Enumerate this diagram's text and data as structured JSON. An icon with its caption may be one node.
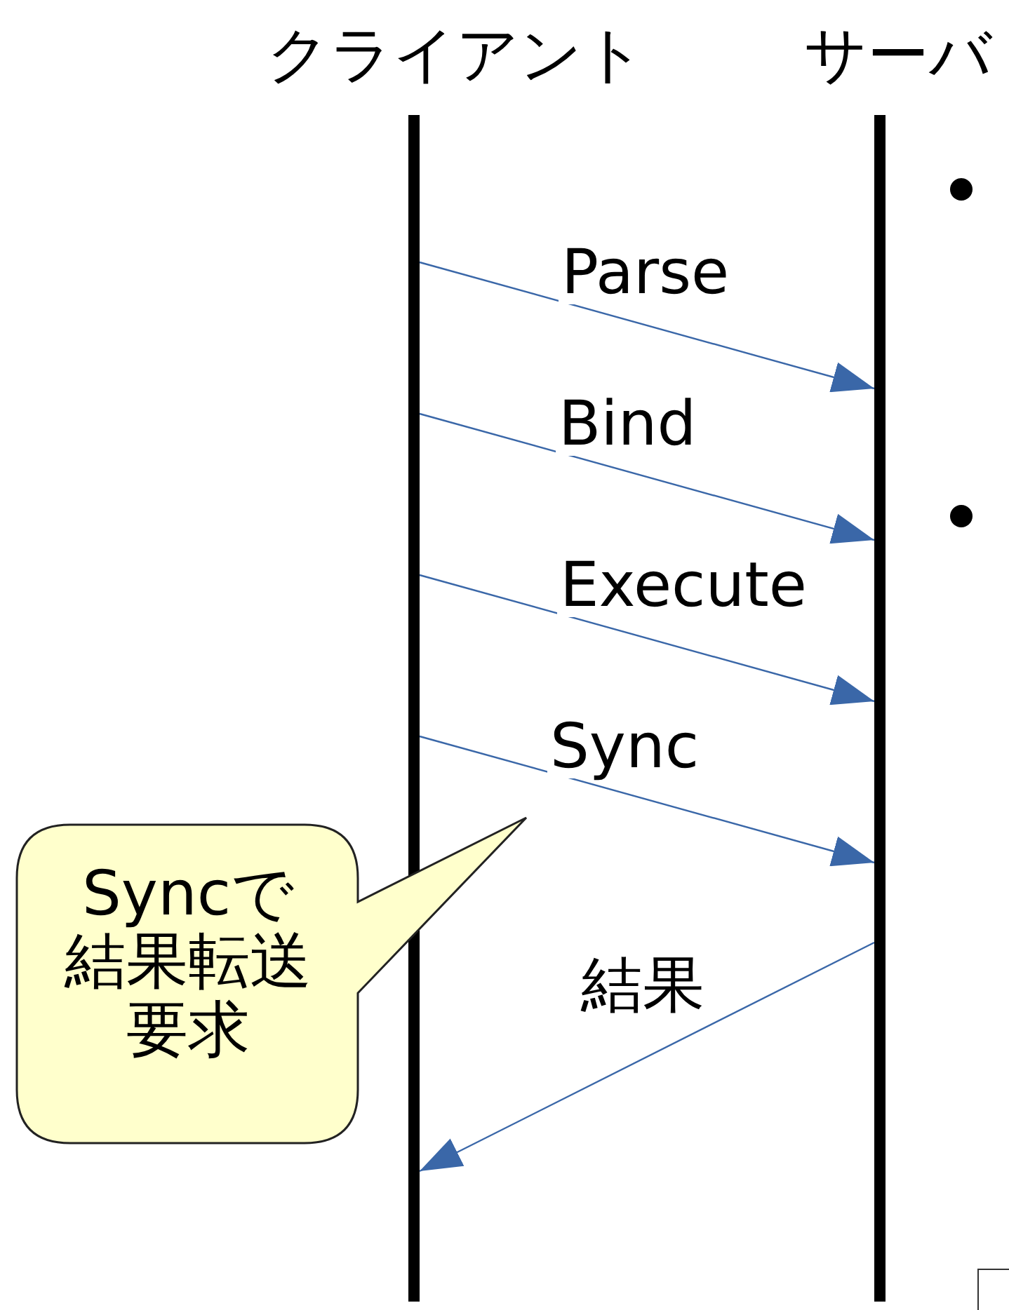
{
  "diagram": {
    "nodes": [
      {
        "text": [],
        "shape": "bar",
        "beside": [
          "クライアント"
        ]
      },
      {
        "text": [],
        "shape": "bar",
        "beside": [
          "サーバ"
        ]
      },
      {
        "text": [
          "Syncで結果転送要求"
        ]
      }
    ],
    "edges": [
      {
        "from": 0,
        "to": 1,
        "arrow": "to",
        "label": "Parse"
      },
      {
        "from": 0,
        "to": 1,
        "arrow": "to",
        "label": "Bind"
      },
      {
        "from": 0,
        "to": 1,
        "arrow": "to",
        "label": "Execute"
      },
      {
        "from": 0,
        "to": 1,
        "arrow": "to",
        "label": "Sync"
      },
      {
        "from": 1,
        "to": 0,
        "arrow": "to",
        "label": "結果"
      }
    ]
  }
}
